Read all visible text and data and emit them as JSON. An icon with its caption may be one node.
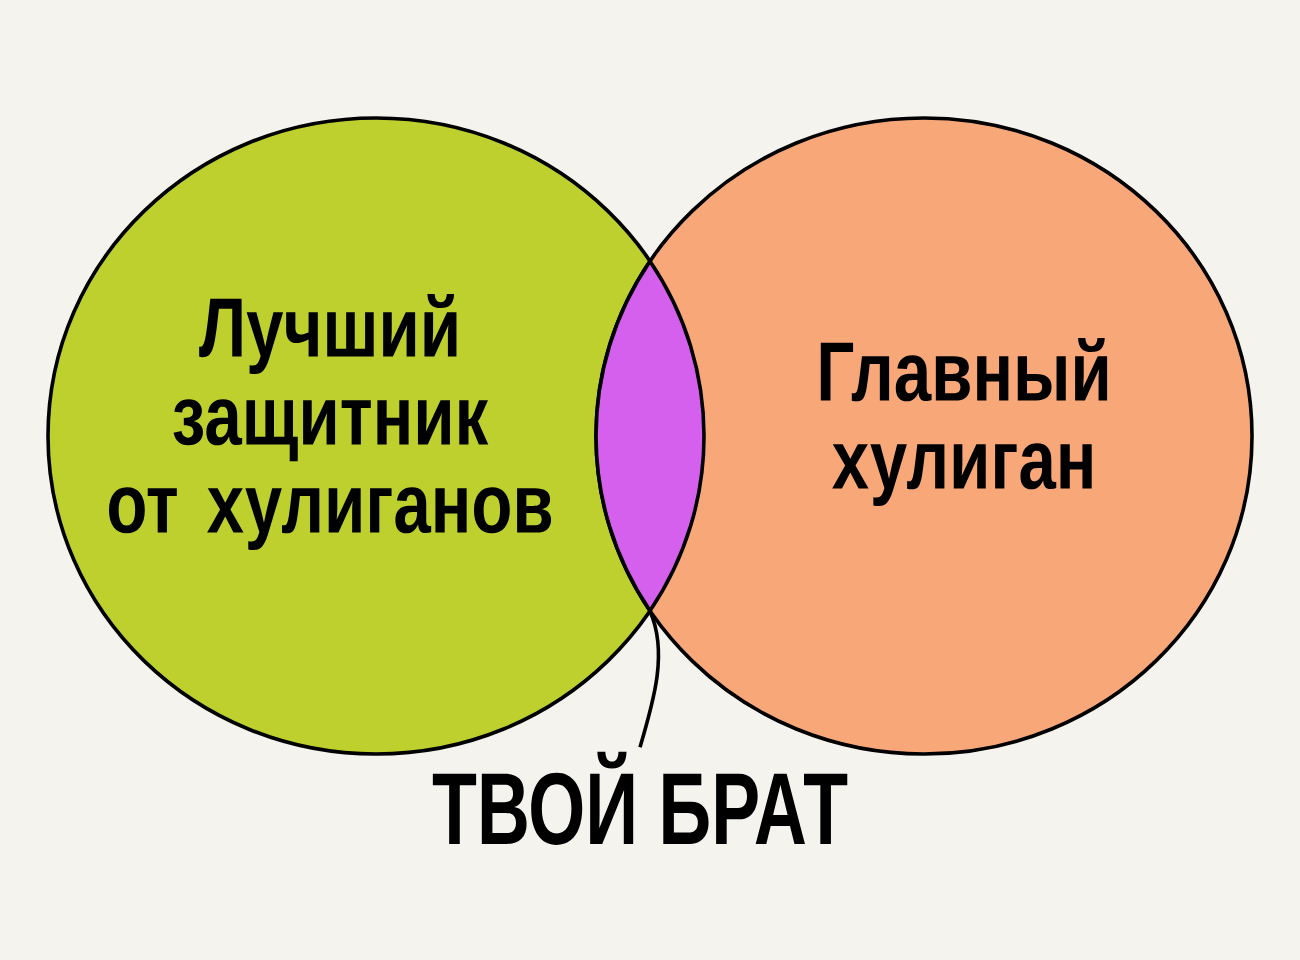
{
  "diagram": {
    "nodes": [
      {
        "text": [
          "Лучший защитник от хулиганов"
        ]
      },
      {
        "text": [
          "Главный хулиган"
        ]
      },
      {
        "text": [],
        "shape": "lens"
      },
      {
        "text": [
          "ТВОЙ БРАТ"
        ]
      }
    ],
    "edges": [
      {
        "from": 3,
        "to": 2,
        "arrow": "none"
      }
    ]
  }
}
